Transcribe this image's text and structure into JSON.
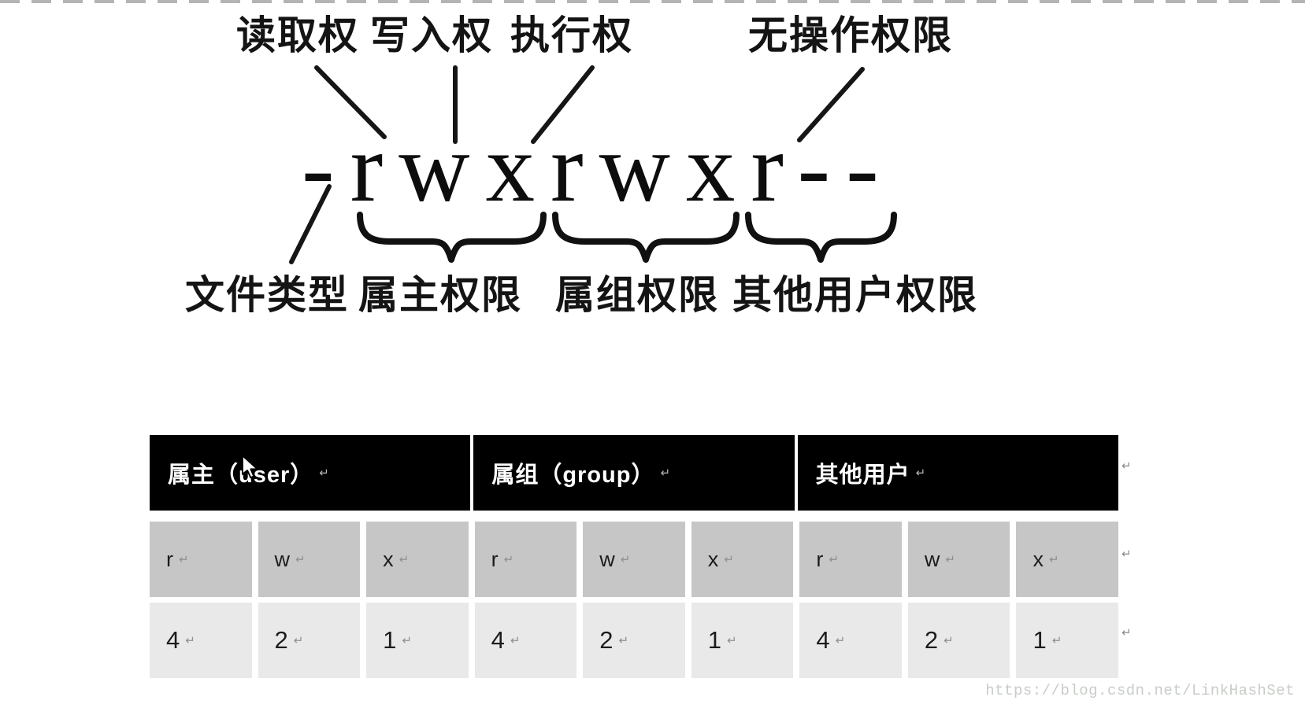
{
  "diagram": {
    "top_labels": [
      "读取权",
      "写入权",
      "执行权",
      "无操作权限"
    ],
    "permission_string": "-rwxrwxr--",
    "bottom_labels": [
      "文件类型",
      "属主权限",
      "属组权限",
      "其他用户权限"
    ]
  },
  "table": {
    "headers": [
      "属主（user）",
      "属组（group）",
      "其他用户"
    ],
    "rows": {
      "letters": [
        "r",
        "w",
        "x",
        "r",
        "w",
        "x",
        "r",
        "w",
        "x"
      ],
      "digits": [
        "4",
        "2",
        "1",
        "4",
        "2",
        "1",
        "4",
        "2",
        "1"
      ]
    },
    "return_mark": "↵"
  },
  "watermark": {
    "url_text": "https://blog.csdn.net/LinkHashSet"
  },
  "colors": {
    "diagram_ink": "#141414",
    "header_bg": "#000000",
    "header_text": "#ffffff",
    "letters_row_bg": "#c6c6c6",
    "digits_row_bg": "#e9e9e9",
    "cell_text": "#1c1c1c",
    "watermark_text": "#c8cdc8"
  }
}
